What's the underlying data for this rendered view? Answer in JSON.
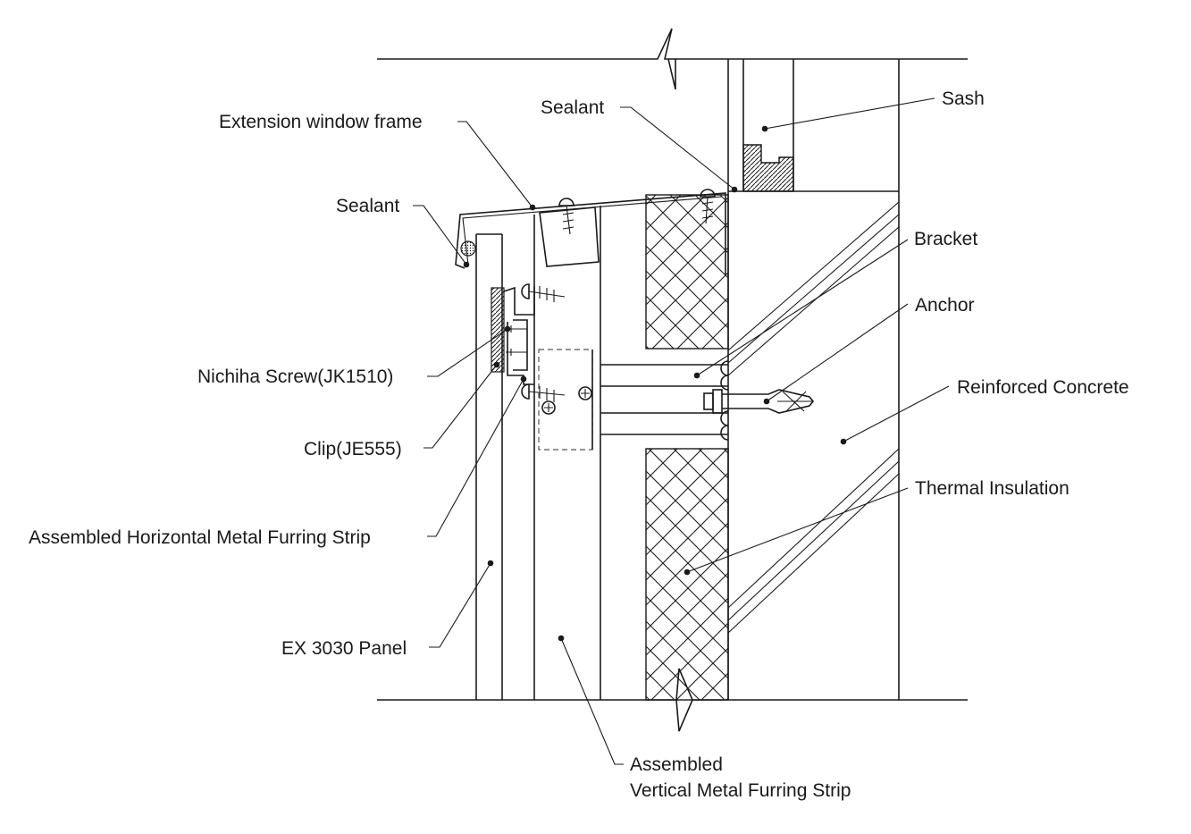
{
  "labels": {
    "sash": "Sash",
    "sealant_top": "Sealant",
    "extension_window_frame": "Extension window frame",
    "sealant_left": "Sealant",
    "bracket": "Bracket",
    "anchor": "Anchor",
    "reinforced_concrete": "Reinforced Concrete",
    "nichiha_screw": "Nichiha Screw(JK1510)",
    "clip": "Clip(JE555)",
    "thermal_insulation": "Thermal Insulation",
    "horizontal_furring": "Assembled Horizontal Metal Furring Strip",
    "ex_panel": "EX 3030 Panel",
    "vertical_furring_line1": "Assembled",
    "vertical_furring_line2": "Vertical Metal Furring Strip"
  }
}
